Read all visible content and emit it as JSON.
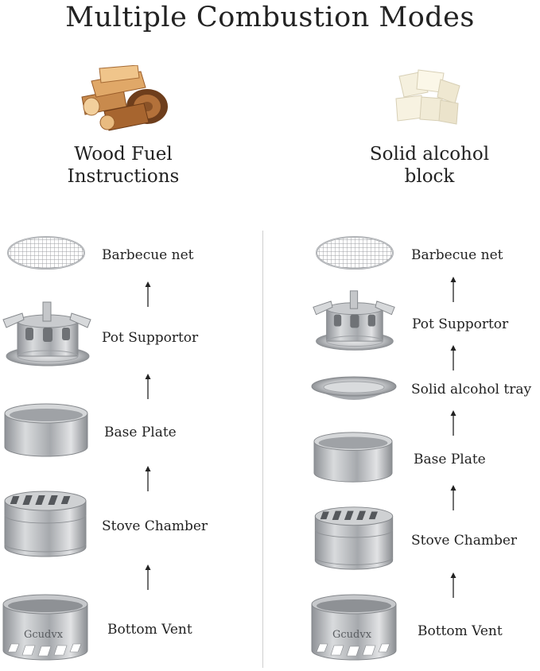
{
  "title": "Multiple Combustion Modes",
  "left": {
    "heading_line1": "Wood Fuel",
    "heading_line2": "Instructions",
    "fuel_icon": "firewood-icon",
    "parts": [
      "Barbecue net",
      "Pot Supportor",
      "Base Plate",
      "Stove Chamber",
      "Bottom Vent"
    ]
  },
  "right": {
    "heading_line1": "Solid alcohol",
    "heading_line2": "block",
    "fuel_icon": "alcohol-block-icon",
    "parts": [
      "Barbecue net",
      "Pot Supportor",
      "Solid alcohol tray",
      "Base Plate",
      "Stove Chamber",
      "Bottom Vent"
    ]
  },
  "brand": "Gcudvx",
  "colors": {
    "steel": "#b9bbbe",
    "steel_dark": "#8c8f93",
    "wood": "#b5743b"
  }
}
